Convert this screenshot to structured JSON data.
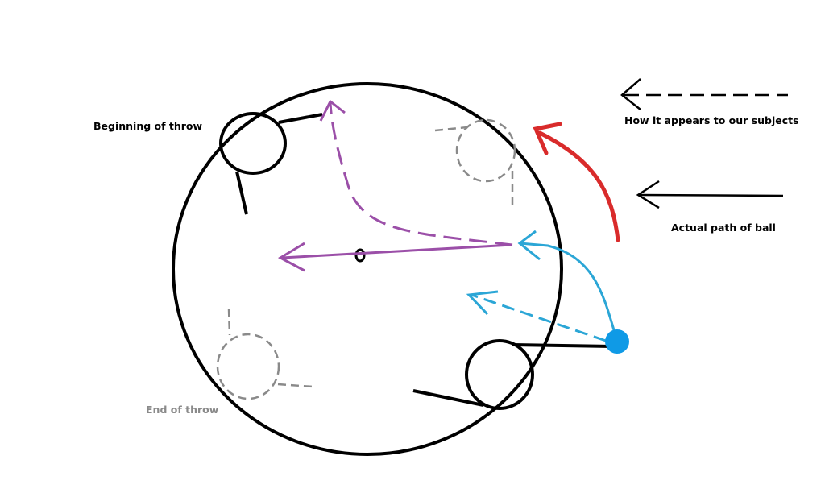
{
  "labels": {
    "begin": "Beginning of throw",
    "end": "End of throw",
    "appears": "How it appears to our subjects",
    "actual": "Actual path of ball"
  },
  "colors": {
    "black": "#000000",
    "gray": "#8a8a8a",
    "purple": "#9b4fa8",
    "blue": "#2ba6d6",
    "ball": "#0f9ae6",
    "red": "#d92b2b"
  }
}
